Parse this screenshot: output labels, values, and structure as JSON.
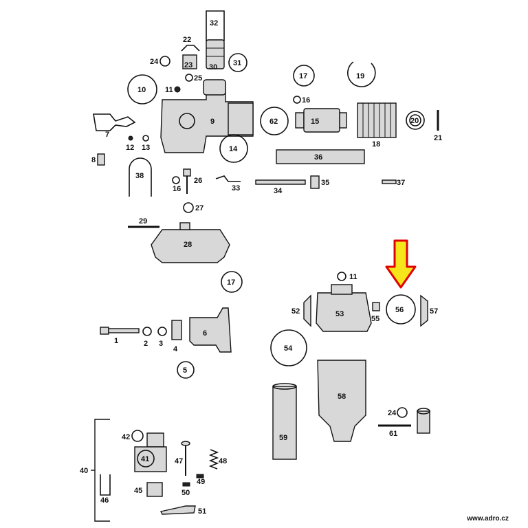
{
  "watermark": "www.adro.cz",
  "arrow_color": "#f6e51b",
  "labels": {
    "p1": "1",
    "p2": "2",
    "p3": "3",
    "p4": "4",
    "p5": "5",
    "p6": "6",
    "p7": "7",
    "p8": "8",
    "p9": "9",
    "p10": "10",
    "p11a": "11",
    "p11b": "11",
    "p12": "12",
    "p13": "13",
    "p14": "14",
    "p15": "15",
    "p16a": "16",
    "p16b": "16",
    "p17a": "17",
    "p17b": "17",
    "p18": "18",
    "p19": "19",
    "p20": "20",
    "p21": "21",
    "p22": "22",
    "p23": "23",
    "p24a": "24",
    "p24b": "24",
    "p25": "25",
    "p26": "26",
    "p27": "27",
    "p28": "28",
    "p29": "29",
    "p30": "30",
    "p31": "31",
    "p32": "32",
    "p33": "33",
    "p34": "34",
    "p35": "35",
    "p36": "36",
    "p37": "37",
    "p38": "38",
    "p40": "40",
    "p41": "41",
    "p42": "42",
    "p45": "45",
    "p46": "46",
    "p47": "47",
    "p48": "48",
    "p49": "49",
    "p50": "50",
    "p51": "51",
    "p52": "52",
    "p53": "53",
    "p54": "54",
    "p55": "55",
    "p56": "56",
    "p57": "57",
    "p58": "58",
    "p59": "59",
    "p61": "61",
    "p62": "62"
  }
}
